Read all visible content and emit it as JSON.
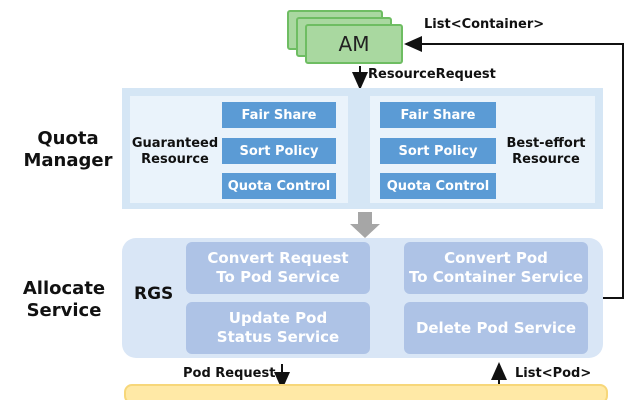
{
  "am": {
    "label": "AM"
  },
  "labels": {
    "list_container": "List<Container>",
    "resource_request": "ResourceRequest",
    "pod_request": "Pod Request",
    "list_pod": "List<Pod>"
  },
  "quota_manager": {
    "title_line1": "Quota",
    "title_line2": "Manager",
    "guaranteed": {
      "title_line1": "Guaranteed",
      "title_line2": "Resource",
      "items": [
        "Fair Share",
        "Sort Policy",
        "Quota Control"
      ]
    },
    "best_effort": {
      "title_line1": "Best-effort",
      "title_line2": "Resource",
      "items": [
        "Fair Share",
        "Sort Policy",
        "Quota Control"
      ]
    }
  },
  "allocate_service": {
    "title_line1": "Allocate",
    "title_line2": "Service",
    "rgs_label": "RGS",
    "services": [
      {
        "line1": "Convert Request",
        "line2": "To Pod Service"
      },
      {
        "line1": "Convert Pod",
        "line2": "To Container Service"
      },
      {
        "line1": "Update Pod",
        "line2": "Status Service"
      },
      {
        "line1": "Delete Pod Service",
        "line2": ""
      }
    ]
  },
  "colors": {
    "am_fill": "#a9d8a0",
    "quota_item": "#5b9bd5",
    "service_box": "#aec3e6",
    "panel_bg": "#d9e6f6"
  }
}
